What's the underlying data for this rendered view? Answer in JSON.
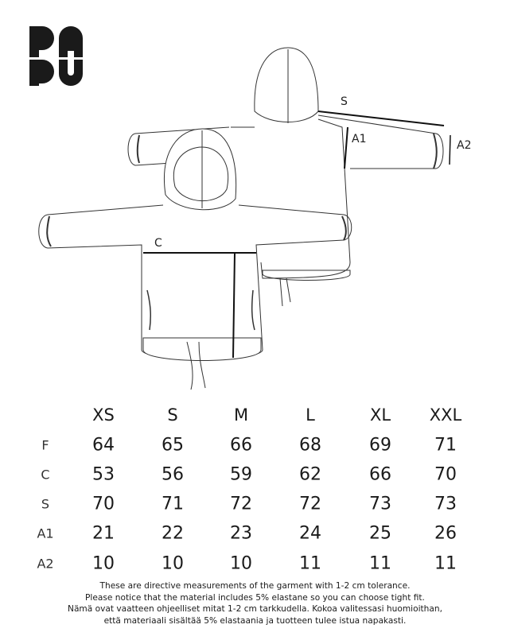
{
  "logo": {
    "text": "PAPU"
  },
  "diagram_labels": {
    "s": "S",
    "a1": "A1",
    "a2": "A2",
    "c": "C"
  },
  "table": {
    "sizes": [
      "XS",
      "S",
      "M",
      "L",
      "XL",
      "XXL"
    ],
    "rows": [
      {
        "label": "F",
        "values": [
          "64",
          "65",
          "66",
          "68",
          "69",
          "71"
        ]
      },
      {
        "label": "C",
        "values": [
          "53",
          "56",
          "59",
          "62",
          "66",
          "70"
        ]
      },
      {
        "label": "S",
        "values": [
          "70",
          "71",
          "72",
          "72",
          "73",
          "73"
        ]
      },
      {
        "label": "A1",
        "values": [
          "21",
          "22",
          "23",
          "24",
          "25",
          "26"
        ]
      },
      {
        "label": "A2",
        "values": [
          "10",
          "10",
          "10",
          "11",
          "11",
          "11"
        ]
      }
    ]
  },
  "notes": [
    "These are directive measurements of the garment with 1-2 cm tolerance.",
    "Please notice that the material includes 5% elastane so you can choose tight fit.",
    "Nämä ovat vaatteen ohjeelliset mitat 1-2 cm tarkkudella. Kokoa valitessasi huomioithan,",
    "että materiaali sisältää 5% elastaania  ja tuotteen tulee istua napakasti."
  ]
}
